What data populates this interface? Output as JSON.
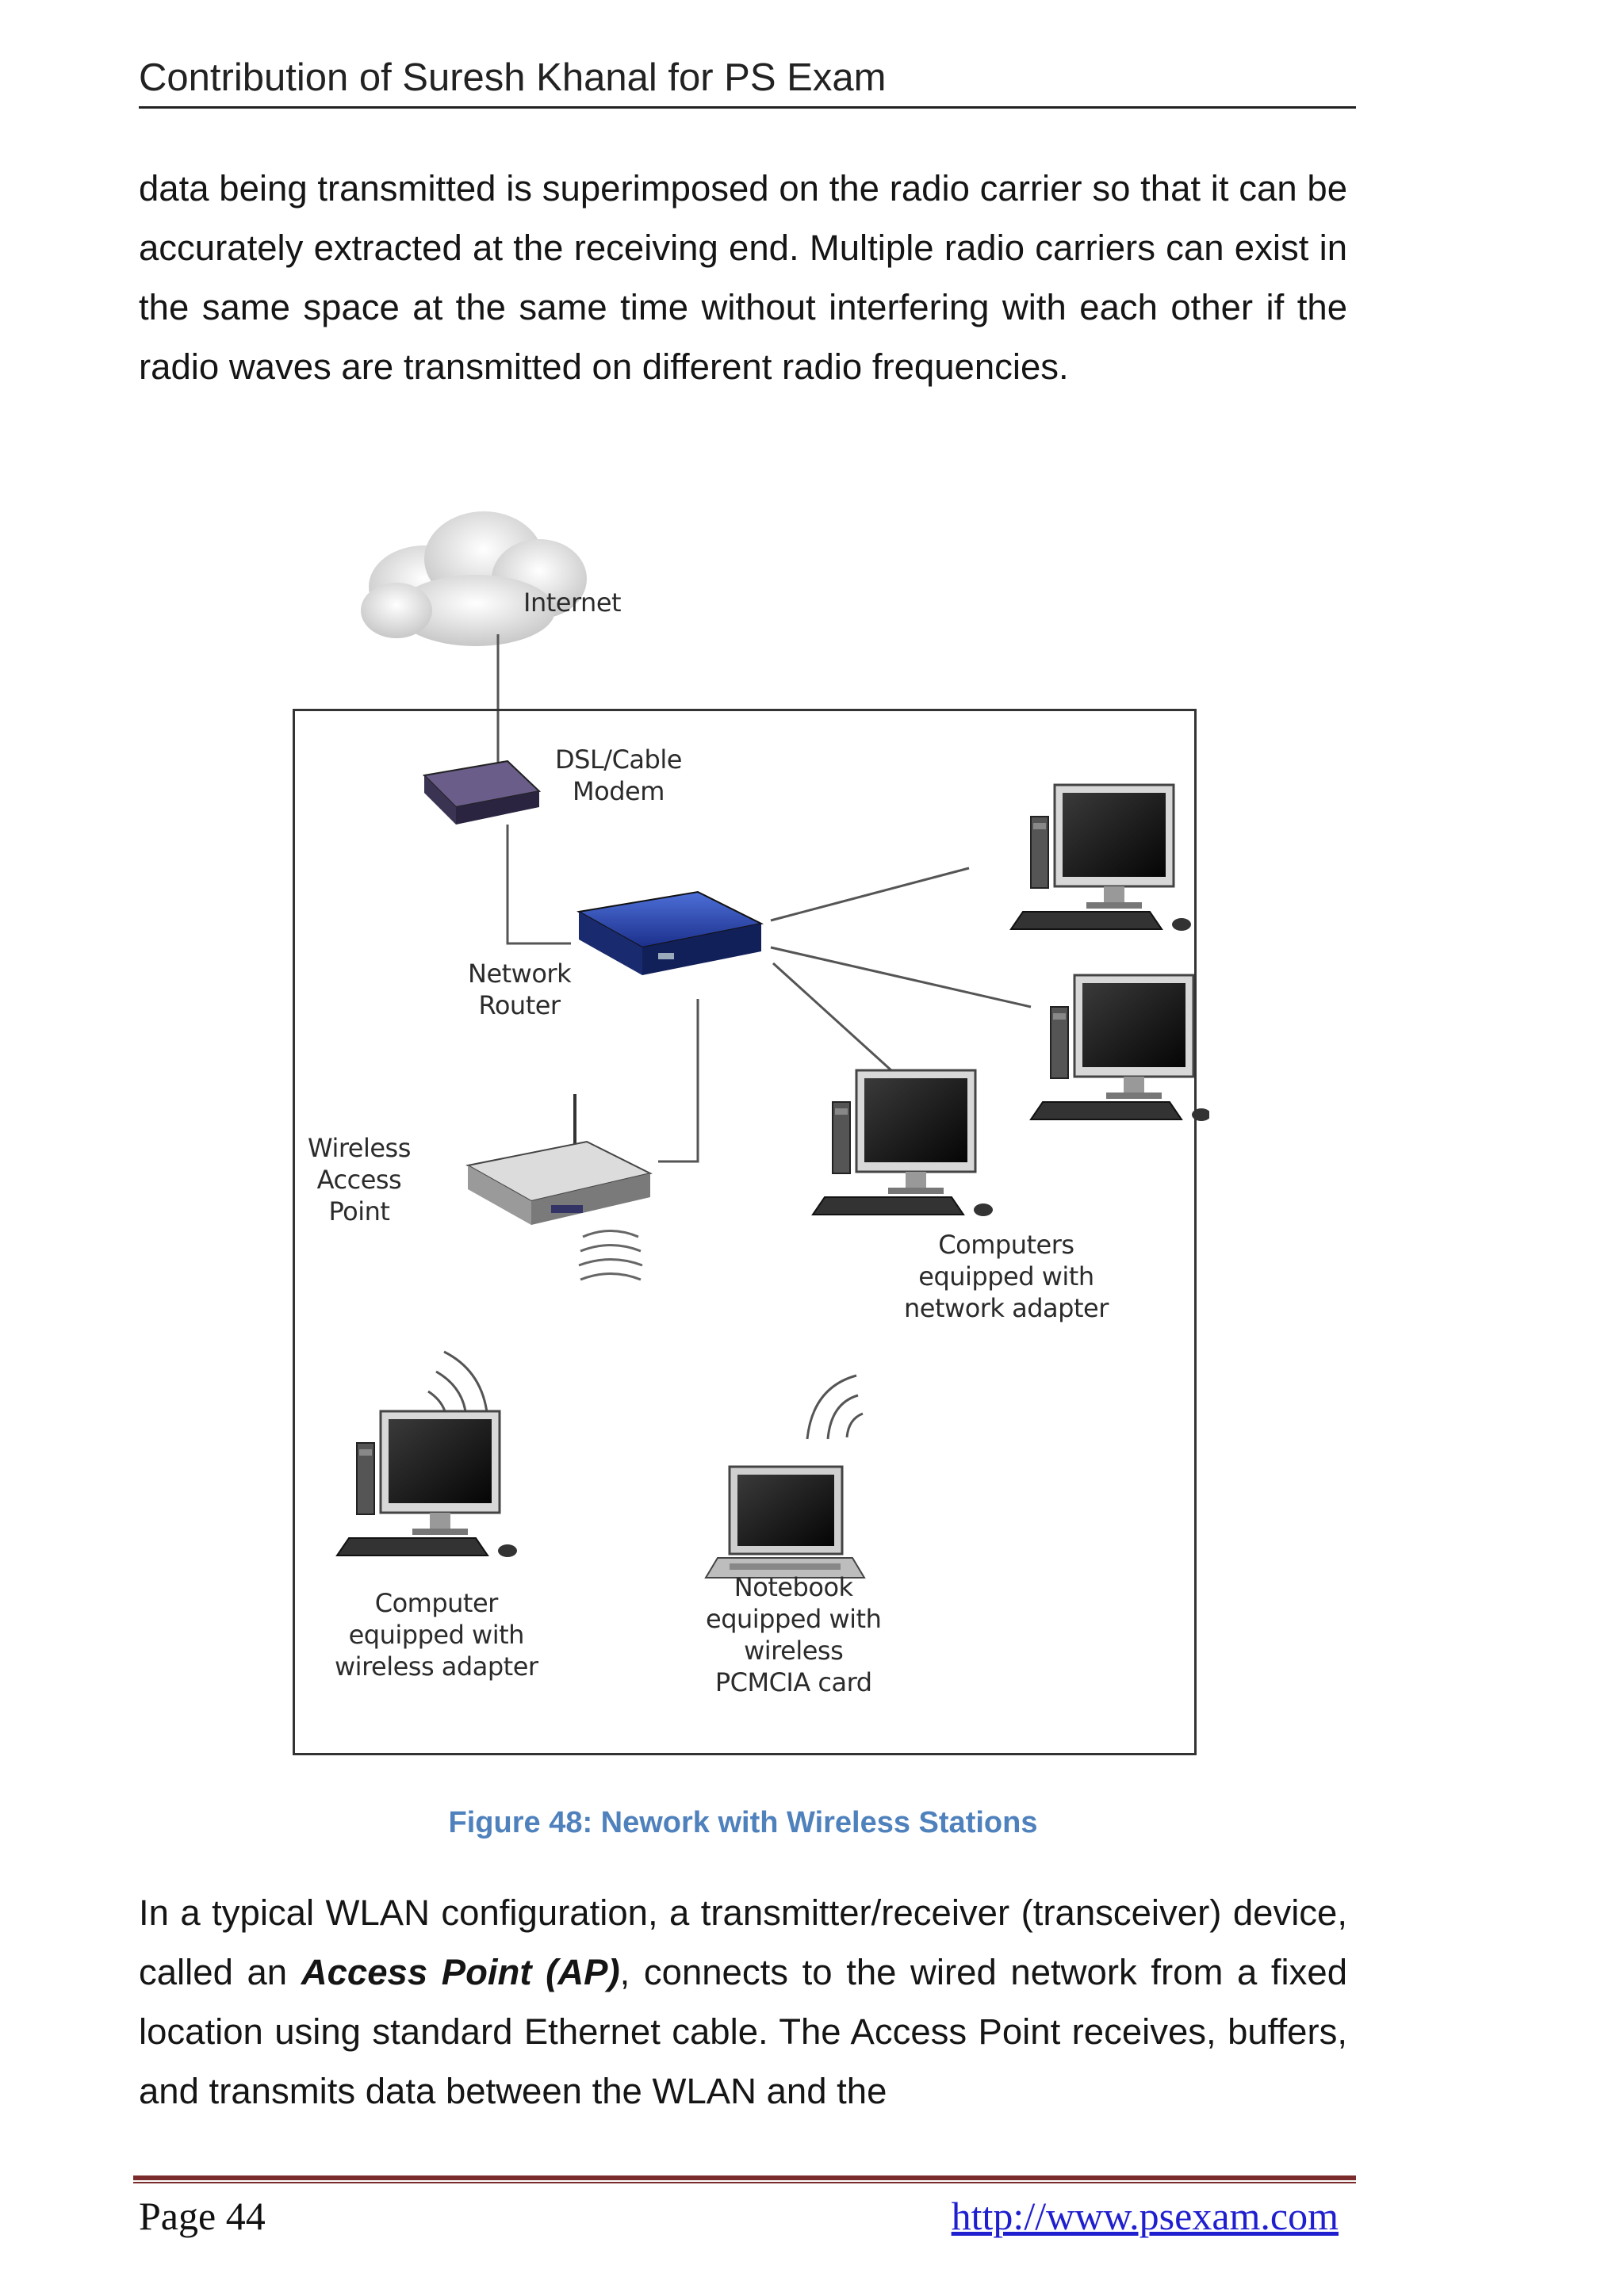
{
  "header": {
    "title": "Contribution of Suresh Khanal for PS Exam"
  },
  "paragraph1": "data being transmitted is superimposed on the radio carrier so that it can be accurately extracted at the receiving end. Multiple radio carriers can exist in the same space at the same time without interfering with each other if the radio waves are transmitted on different radio frequencies.",
  "figure": {
    "labels": {
      "internet": "Internet",
      "modem_line1": "DSL/Cable",
      "modem_line2": "Modem",
      "router_line1": "Network",
      "router_line2": "Router",
      "ap_line1": "Wireless",
      "ap_line2": "Access",
      "ap_line3": "Point",
      "wired_line1": "Computers",
      "wired_line2": "equipped with",
      "wired_line3": "network adapter",
      "wl_line1": "Computer",
      "wl_line2": "equipped with",
      "wl_line3": "wireless adapter",
      "nb_line1": "Notebook",
      "nb_line2": "equipped with",
      "nb_line3": "wireless",
      "nb_line4": "PCMCIA card"
    },
    "caption": "Figure 48: Nework with Wireless Stations"
  },
  "paragraph2": {
    "before": "In a typical WLAN configuration, a transmitter/receiver (transceiver) device, called an ",
    "emphasis": "Access Point (AP)",
    "after": ", connects to the wired network from a fixed location using standard Ethernet cable. The Access Point receives, buffers, and transmits data between the WLAN and the"
  },
  "footer": {
    "page": "Page 44",
    "link": "http://www.psexam.com"
  },
  "colors": {
    "caption": "#4f81bd",
    "link": "#1f1fd0",
    "footer_rule": "#7a2b2b"
  }
}
